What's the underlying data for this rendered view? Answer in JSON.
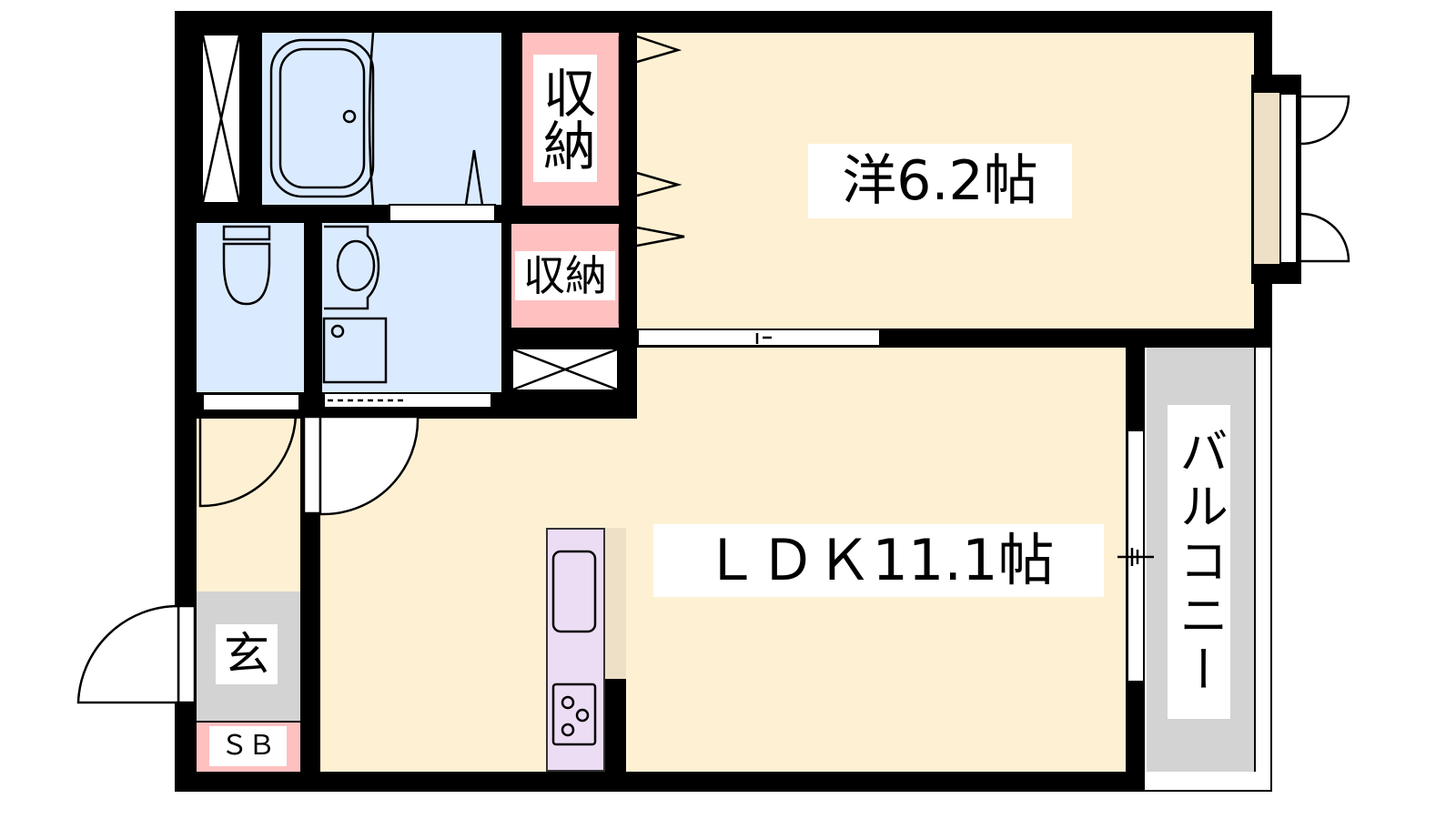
{
  "floor_plan": {
    "rooms": {
      "western_room": {
        "label": "洋6.2帖"
      },
      "ldk": {
        "label": "ＬＤＫ11.1帖"
      },
      "balcony": {
        "label": "バルコニー"
      },
      "storage_top": {
        "label": "収納"
      },
      "storage_middle": {
        "label": "収納"
      },
      "entrance": {
        "label": "玄"
      },
      "shoe_box": {
        "label": "ＳＢ"
      }
    },
    "colors": {
      "wall": "#000000",
      "wet_area": "#dbebff",
      "living": "#fef1d3",
      "storage": "#ffc0c0",
      "balcony": "#d3d3d3",
      "kitchen": "#ecdcf4"
    }
  }
}
